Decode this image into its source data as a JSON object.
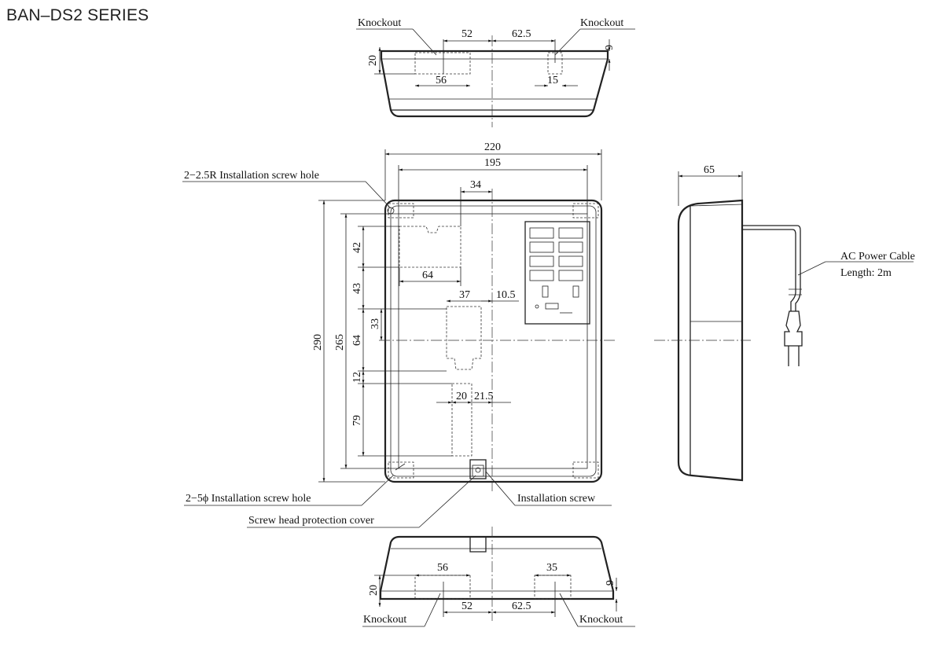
{
  "title": "BAN–DS2 SERIES",
  "labels": {
    "knockout": "Knockout",
    "screw_hole_r": "2−2.5R Installation screw hole",
    "screw_hole_phi": "2−5ϕ Installation screw hole",
    "screw_cover": "Screw head protection cover",
    "install_screw": "Installation screw",
    "ac_cable": "AC Power Cable",
    "cable_length": "Length: 2m"
  },
  "dims": {
    "top_52": "52",
    "top_62_5": "62.5",
    "top_6": "6",
    "top_20": "20",
    "top_56": "56",
    "top_15": "15",
    "w_220": "220",
    "w_195": "195",
    "w_34": "34",
    "w_64": "64",
    "w_37": "37",
    "w_10_5": "10.5",
    "w_20": "20",
    "w_21_5": "21.5",
    "h_290": "290",
    "h_265": "265",
    "h_42": "42",
    "h_43": "43",
    "h_33": "33",
    "h_64": "64",
    "h_12": "12",
    "h_79": "79",
    "side_65": "65",
    "bot_56": "56",
    "bot_35": "35",
    "bot_20": "20",
    "bot_6": "6",
    "bot_52": "52",
    "bot_62_5": "62.5"
  }
}
